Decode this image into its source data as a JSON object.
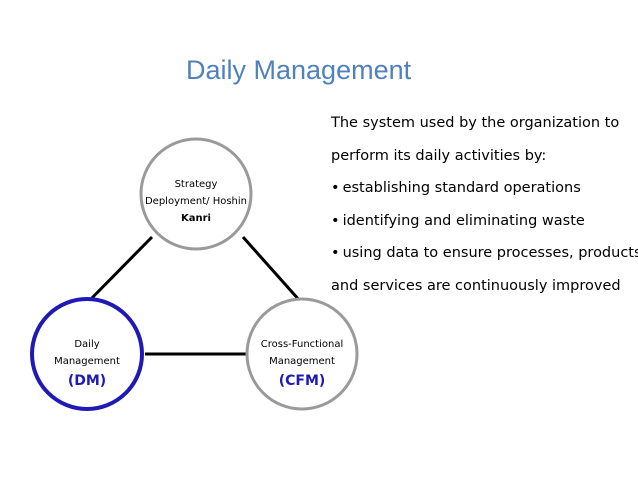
{
  "title": "Daily Management",
  "description": {
    "lines": [
      "The system used by the organization to",
      "perform its daily activities by:",
      "establishing standard operations",
      "identifying and eliminating waste",
      "using data to ensure processes, products",
      "and services are continuously improved"
    ],
    "bullet": "•"
  },
  "nodes": {
    "strategy": {
      "line1": "Strategy",
      "line2": "Deployment/ Hoshin",
      "line3": "Kanri"
    },
    "daily": {
      "line1": "Daily",
      "line2": "Management",
      "abbr": "(DM)"
    },
    "crossfunctional": {
      "line1": "Cross-Functional",
      "line2": "Management",
      "abbr": "(CFM)"
    }
  },
  "colors": {
    "title": "#4f81bd",
    "highlight_ring": "#1f1ab5",
    "ring": "#9a9a9a",
    "connector": "#000000"
  }
}
